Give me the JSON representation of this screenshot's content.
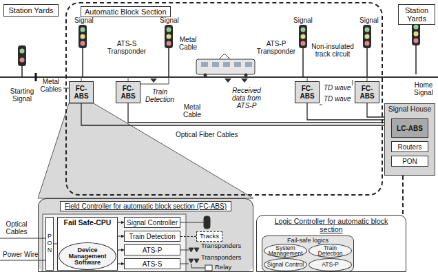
{
  "diagram": {
    "nodes": [
      {
        "text": [
          "Station Yards"
        ]
      },
      {
        "text": [
          "Automatic Block Section"
        ]
      },
      {
        "text": [
          "Station Yards"
        ]
      },
      {
        "text": [
          "FC-ABS"
        ],
        "in": 1
      },
      {
        "text": [
          "FC-ABS"
        ],
        "in": 1
      },
      {
        "text": [
          "FC-ABS"
        ],
        "in": 1
      },
      {
        "text": [
          "FC-ABS"
        ],
        "in": 1
      },
      {
        "text": [
          "Signal House"
        ]
      },
      {
        "text": [
          "LC-ABS"
        ],
        "in": 7
      },
      {
        "text": [
          "Routers"
        ],
        "in": 7
      },
      {
        "text": [
          "PON"
        ],
        "in": 7
      },
      {
        "text": [
          "Field Controller for automatic block section (FC-ABS)"
        ]
      },
      {
        "text": [
          "PON"
        ],
        "in": 11
      },
      {
        "text": [
          "Fail Safe-CPU"
        ],
        "in": 11
      },
      {
        "text": [
          "Device Management Software"
        ],
        "in": 13
      },
      {
        "text": [
          "Signal Controller"
        ],
        "in": 11
      },
      {
        "text": [
          "Train Detection"
        ],
        "in": 11
      },
      {
        "text": [
          "ATS-P"
        ],
        "in": 11
      },
      {
        "text": [
          "ATS-S"
        ],
        "in": 11
      },
      {
        "text": [
          "Tracks"
        ],
        "in": 11
      },
      {
        "text": [
          "Logic Controller for automatic block section"
        ]
      },
      {
        "text": [
          "Fail-safe logics"
        ],
        "in": 20
      },
      {
        "text": [
          "System Management"
        ],
        "in": 21
      },
      {
        "text": [
          "Train Detection"
        ],
        "in": 21
      },
      {
        "text": [
          "Signal Control"
        ],
        "in": 21
      },
      {
        "text": [
          "ATS-P"
        ],
        "in": 21
      }
    ],
    "edges": [
      {
        "from": 3,
        "to": 7,
        "arrow": "none"
      },
      {
        "from": 4,
        "to": 7,
        "arrow": "none"
      },
      {
        "from": 5,
        "to": 7,
        "arrow": "none"
      },
      {
        "from": 6,
        "to": 7,
        "arrow": "none"
      },
      {
        "from": 12,
        "to": 13,
        "arrow": "none"
      },
      {
        "from": 13,
        "to": 15,
        "arrow": "to"
      },
      {
        "from": 13,
        "to": 16,
        "arrow": "to"
      },
      {
        "from": 13,
        "to": 17,
        "arrow": "to"
      },
      {
        "from": 13,
        "to": 18,
        "arrow": "to"
      },
      {
        "from": 16,
        "to": 19,
        "arrow": "none"
      }
    ],
    "labels": [
      "Signal",
      "Signal",
      "Signal",
      "Signal",
      "Starting Signal",
      "ATS-S Transponder",
      "Metal Cable",
      "Metal Cables",
      "ATS-P Transponder",
      "Non-insulated track circuit",
      "Train Detection",
      "Metal Cable",
      "Received data from ATS-P",
      "TD wave",
      "TD wave",
      "Home Signal",
      "Optical Fiber Cables",
      "Optical Cables",
      "Power Wire",
      "Transponders",
      "Transponders",
      "Relay"
    ]
  }
}
